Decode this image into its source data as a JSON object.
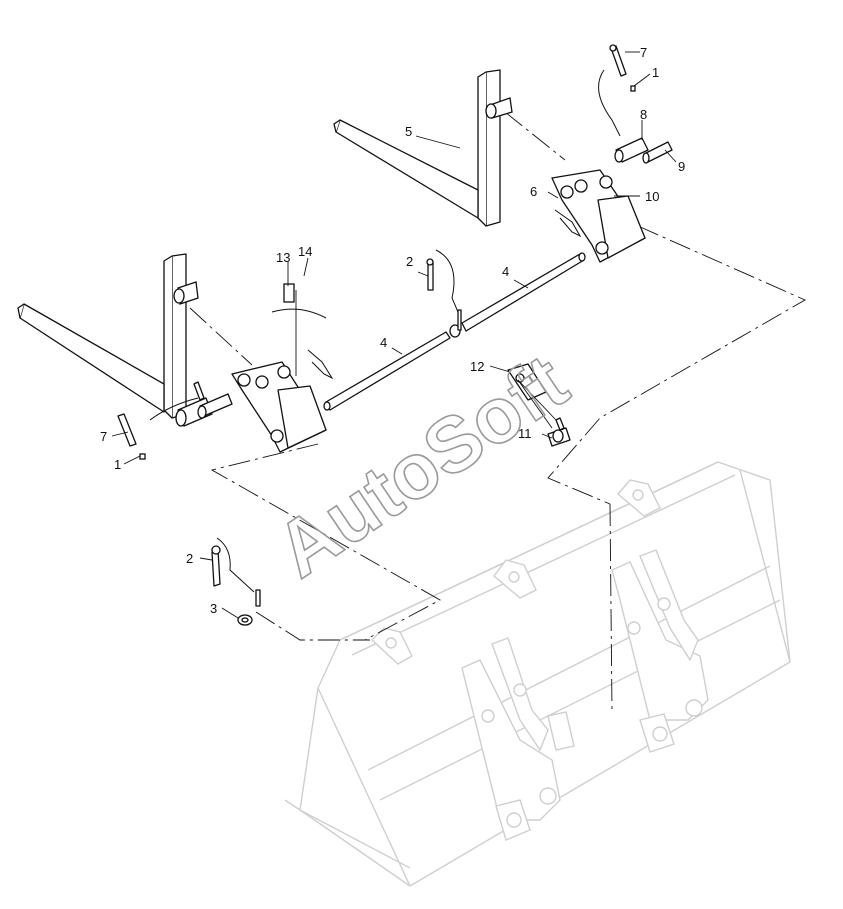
{
  "watermark": "AutoSoft",
  "callouts": [
    {
      "id": "c7a",
      "text": "7"
    },
    {
      "id": "c1a",
      "text": "1"
    },
    {
      "id": "c8",
      "text": "8"
    },
    {
      "id": "c9",
      "text": "9"
    },
    {
      "id": "c5",
      "text": "5"
    },
    {
      "id": "c6",
      "text": "6"
    },
    {
      "id": "c10",
      "text": "10"
    },
    {
      "id": "c13",
      "text": "13"
    },
    {
      "id": "c14",
      "text": "14"
    },
    {
      "id": "c2a",
      "text": "2"
    },
    {
      "id": "c4a",
      "text": "4"
    },
    {
      "id": "c4b",
      "text": "4"
    },
    {
      "id": "c12",
      "text": "12"
    },
    {
      "id": "c7b",
      "text": "7"
    },
    {
      "id": "c1b",
      "text": "1"
    },
    {
      "id": "c11",
      "text": "11"
    },
    {
      "id": "c2b",
      "text": "2"
    },
    {
      "id": "c3",
      "text": "3"
    }
  ],
  "colors": {
    "line": "#111111",
    "ghost": "#cfcfcf",
    "watermark": "#9a9a9a"
  }
}
